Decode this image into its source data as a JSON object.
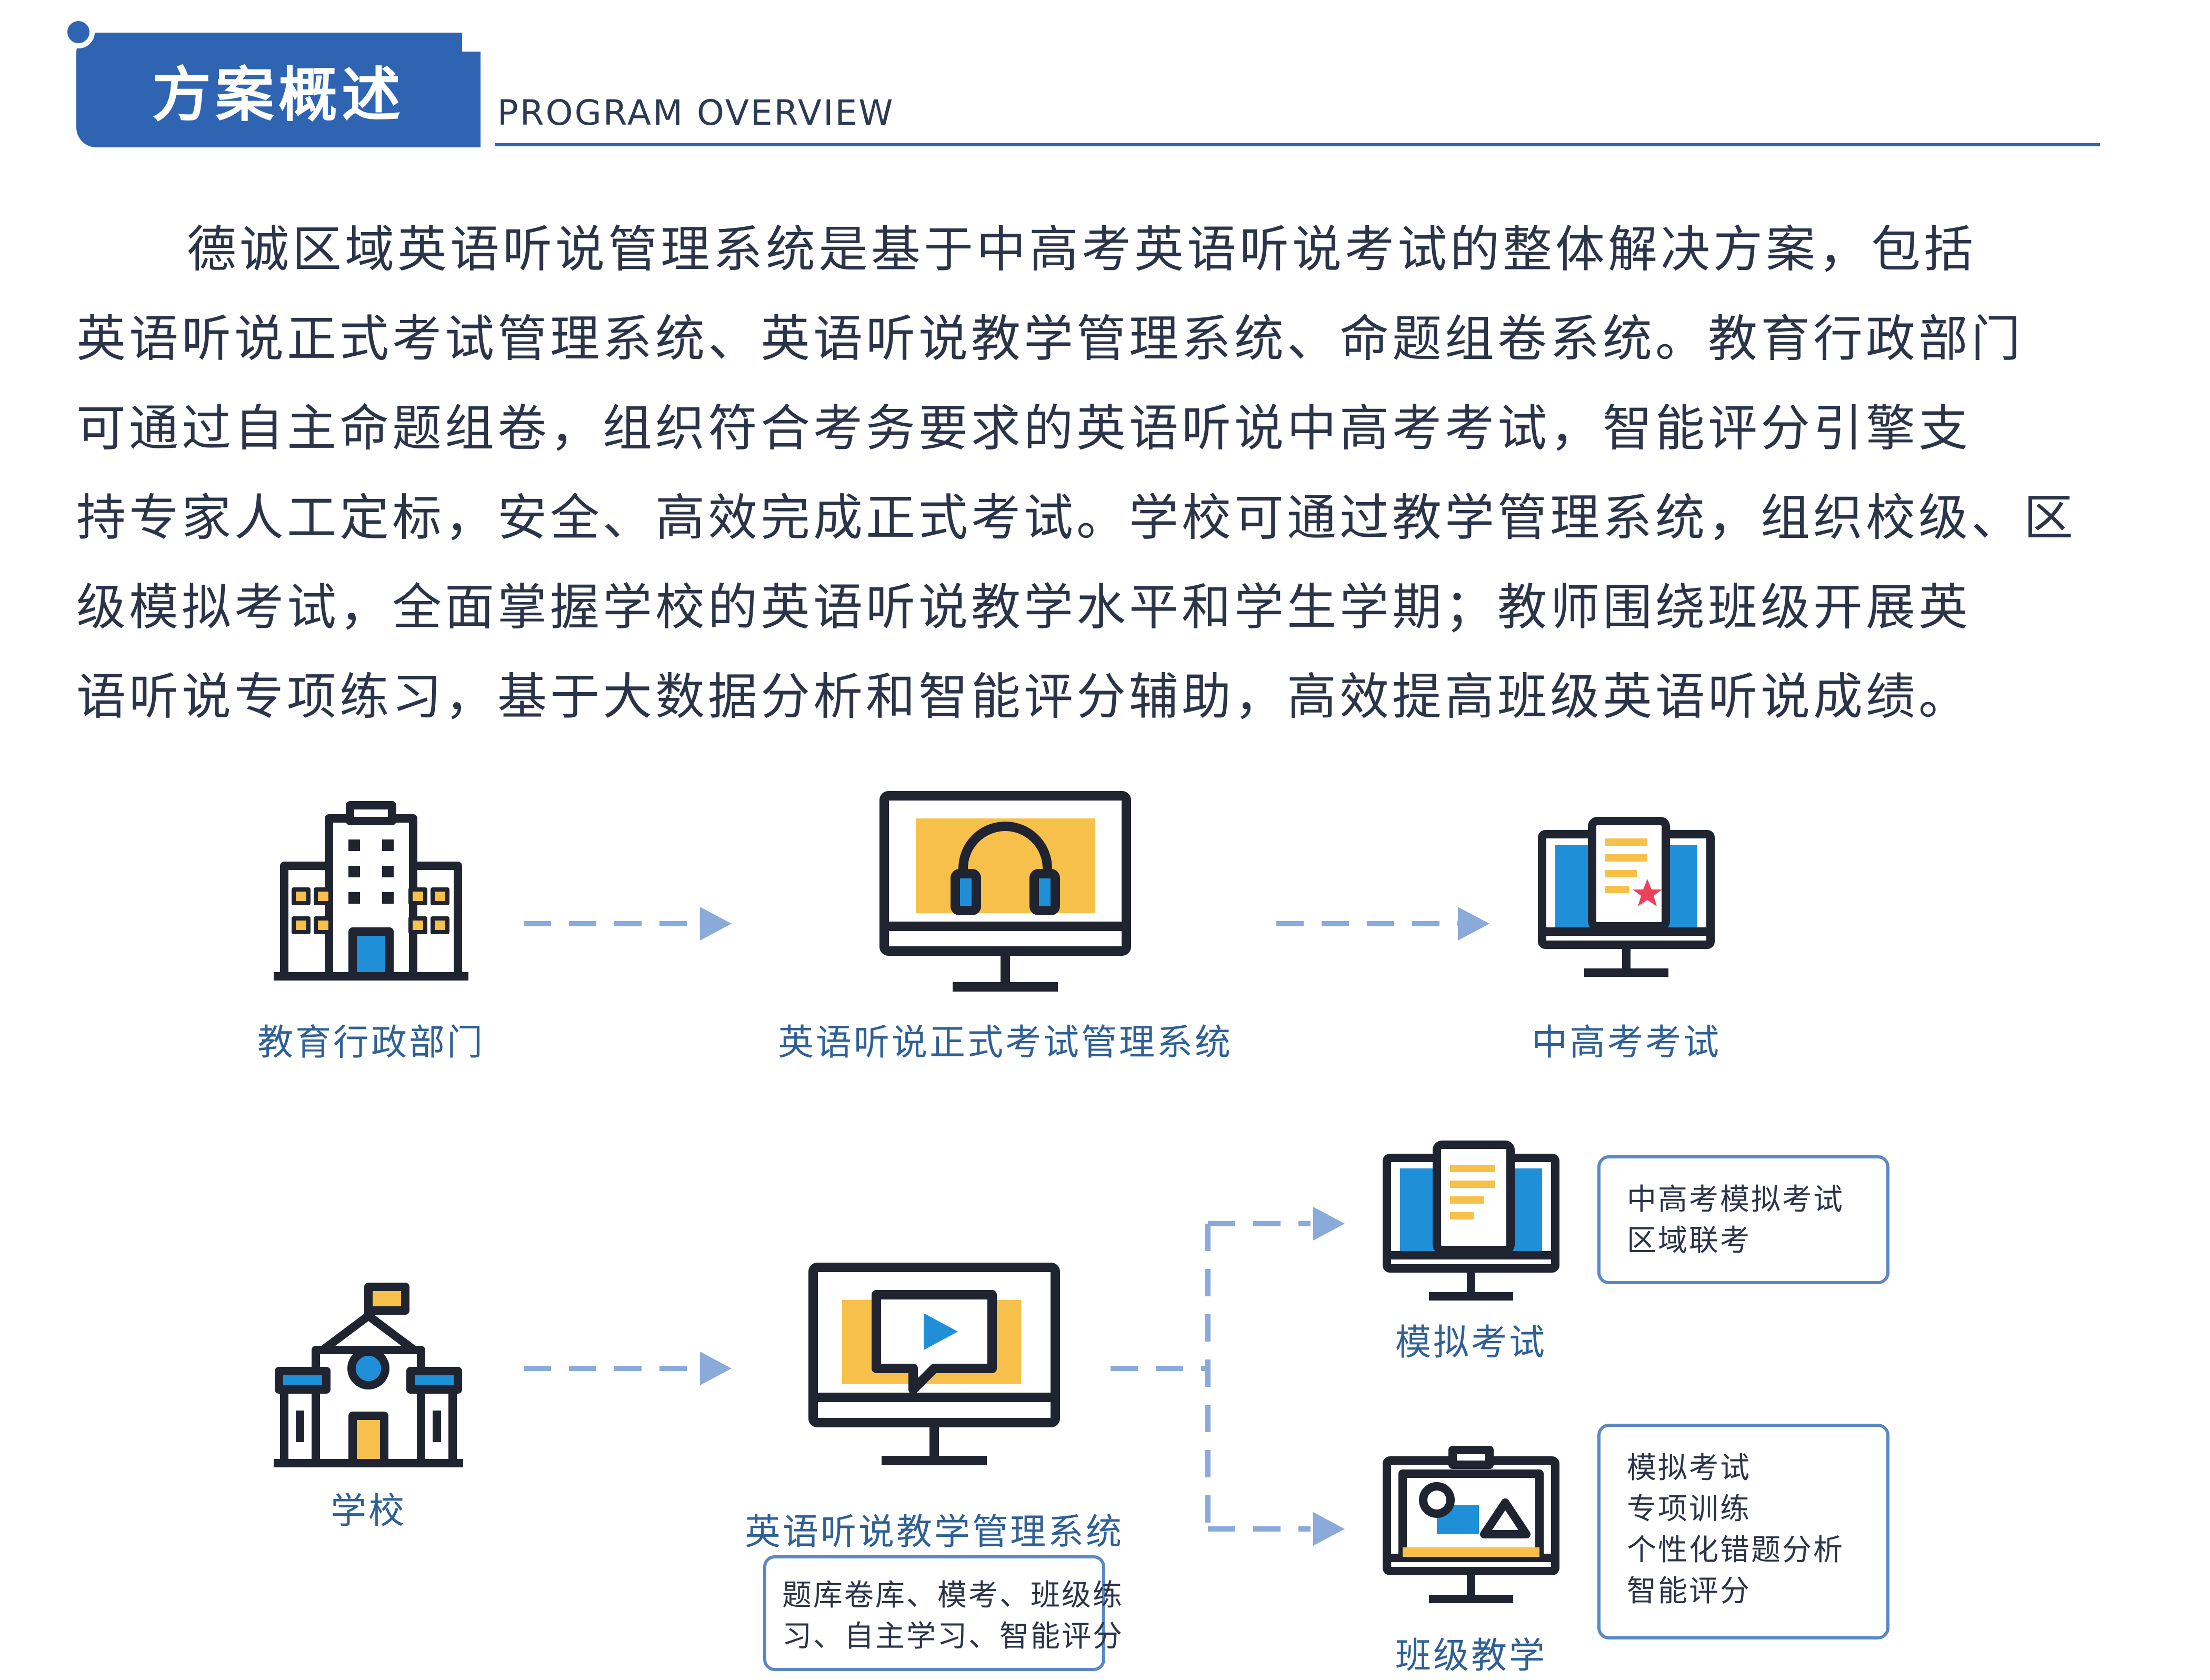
{
  "header": {
    "title": "方案概述",
    "subtitle": "PROGRAM OVERVIEW"
  },
  "intro": {
    "lines": [
      "德诚区域英语听说管理系统是基于中高考英语听说考试的整体解决方案，包括",
      "英语听说正式考试管理系统、英语听说教学管理系统、命题组卷系统。教育行政部门",
      "可通过自主命题组卷，组织符合考务要求的英语听说中高考考试，智能评分引擎支",
      "持专家人工定标，安全、高效完成正式考试。学校可通过教学管理系统，组织校级、区",
      "级模拟考试，全面掌握学校的英语听说教学水平和学生学期；教师围绕班级开展英",
      "语听说专项练习，基于大数据分析和智能评分辅助，高效提高班级英语听说成绩。"
    ]
  },
  "diagram": {
    "nodes": {
      "edu_admin": "教育行政部门",
      "exam_system": "英语听说正式考试管理系统",
      "gaokao_exam": "中高考考试",
      "school": "学校",
      "teaching_system": "英语听说教学管理系统",
      "mock_exam": "模拟考试",
      "class_teaching": "班级教学"
    },
    "notes": {
      "teaching_system": [
        "题库卷库、模考、班级练",
        "习、自主学习、智能评分"
      ],
      "mock_exam": [
        "中高考模拟考试",
        "区域联考"
      ],
      "class_teaching": [
        "模拟考试",
        "专项训练",
        "个性化错题分析",
        "智能评分"
      ]
    },
    "icons": {
      "edu_admin": "office-building-icon",
      "exam_system": "monitor-headphones-icon",
      "gaokao_exam": "monitor-certificate-icon",
      "school": "school-building-icon",
      "teaching_system": "monitor-video-play-icon",
      "mock_exam": "monitor-document-icon",
      "class_teaching": "monitor-image-icon"
    },
    "colors": {
      "primary_blue": "#2f64b2",
      "label_blue": "#2f6096",
      "arrow_blue": "#8aaad9",
      "icon_yellow": "#f7c04a",
      "icon_blue": "#1f8fd8",
      "icon_dark": "#1f2430",
      "star_red": "#e8435a"
    }
  }
}
